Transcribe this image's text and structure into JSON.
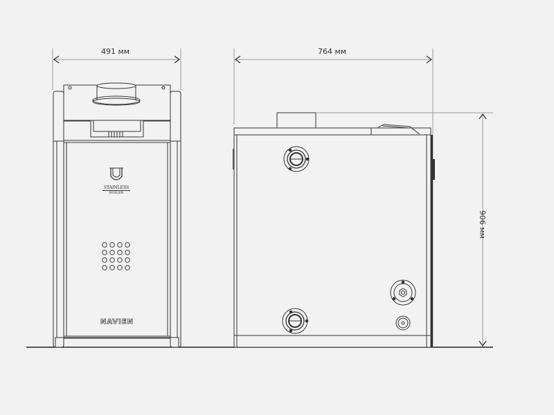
{
  "dimensions": {
    "width_label": "491 мм",
    "depth_label": "764 мм",
    "height_label": "906 мм"
  },
  "front_view": {
    "badge_top": "STAINLESS",
    "badge_bottom": "BOILER",
    "brand": "NAVIEN",
    "vent_holes_rows": 4,
    "vent_holes_cols": 4
  },
  "colors": {
    "background": "#f2f2f2",
    "line": "#333333",
    "dim_line": "#888888"
  }
}
